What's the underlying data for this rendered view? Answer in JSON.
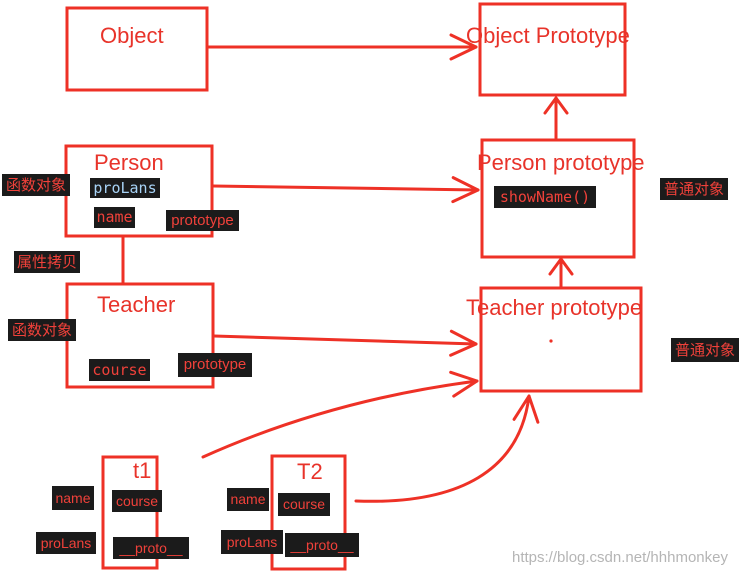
{
  "colors": {
    "stroke": "#ee3126",
    "title_text": "#e8332a",
    "label_bg": "#1b1b1b",
    "label_text": "#f0413a",
    "highlight_text": "#a8d3f6",
    "watermark": "#b5b5b5"
  },
  "object": {
    "title": "Object"
  },
  "object_prototype": {
    "title": "Object Prototype"
  },
  "person": {
    "title": "Person",
    "kind": "函数对象",
    "props": {
      "proLans": "proLans",
      "name": "name",
      "prototype": "prototype"
    }
  },
  "inheritance_label": "属性拷贝",
  "teacher": {
    "title": "Teacher",
    "kind": "函数对象",
    "props": {
      "course": "course",
      "prototype": "prototype"
    }
  },
  "person_prototype": {
    "title": "Person prototype",
    "method": "showName()",
    "kind": "普通对象"
  },
  "teacher_prototype": {
    "title": "Teacher prototype",
    "kind": "普通对象"
  },
  "t1": {
    "title": "t1",
    "props": {
      "name": "name",
      "course": "course",
      "proLans": "proLans",
      "proto": "__proto__"
    }
  },
  "t2": {
    "title": "T2",
    "props": {
      "name": "name",
      "course": "course",
      "proLans": "proLans",
      "proto": "__proto__"
    }
  },
  "watermark": "https://blog.csdn.net/hhhmonkey"
}
